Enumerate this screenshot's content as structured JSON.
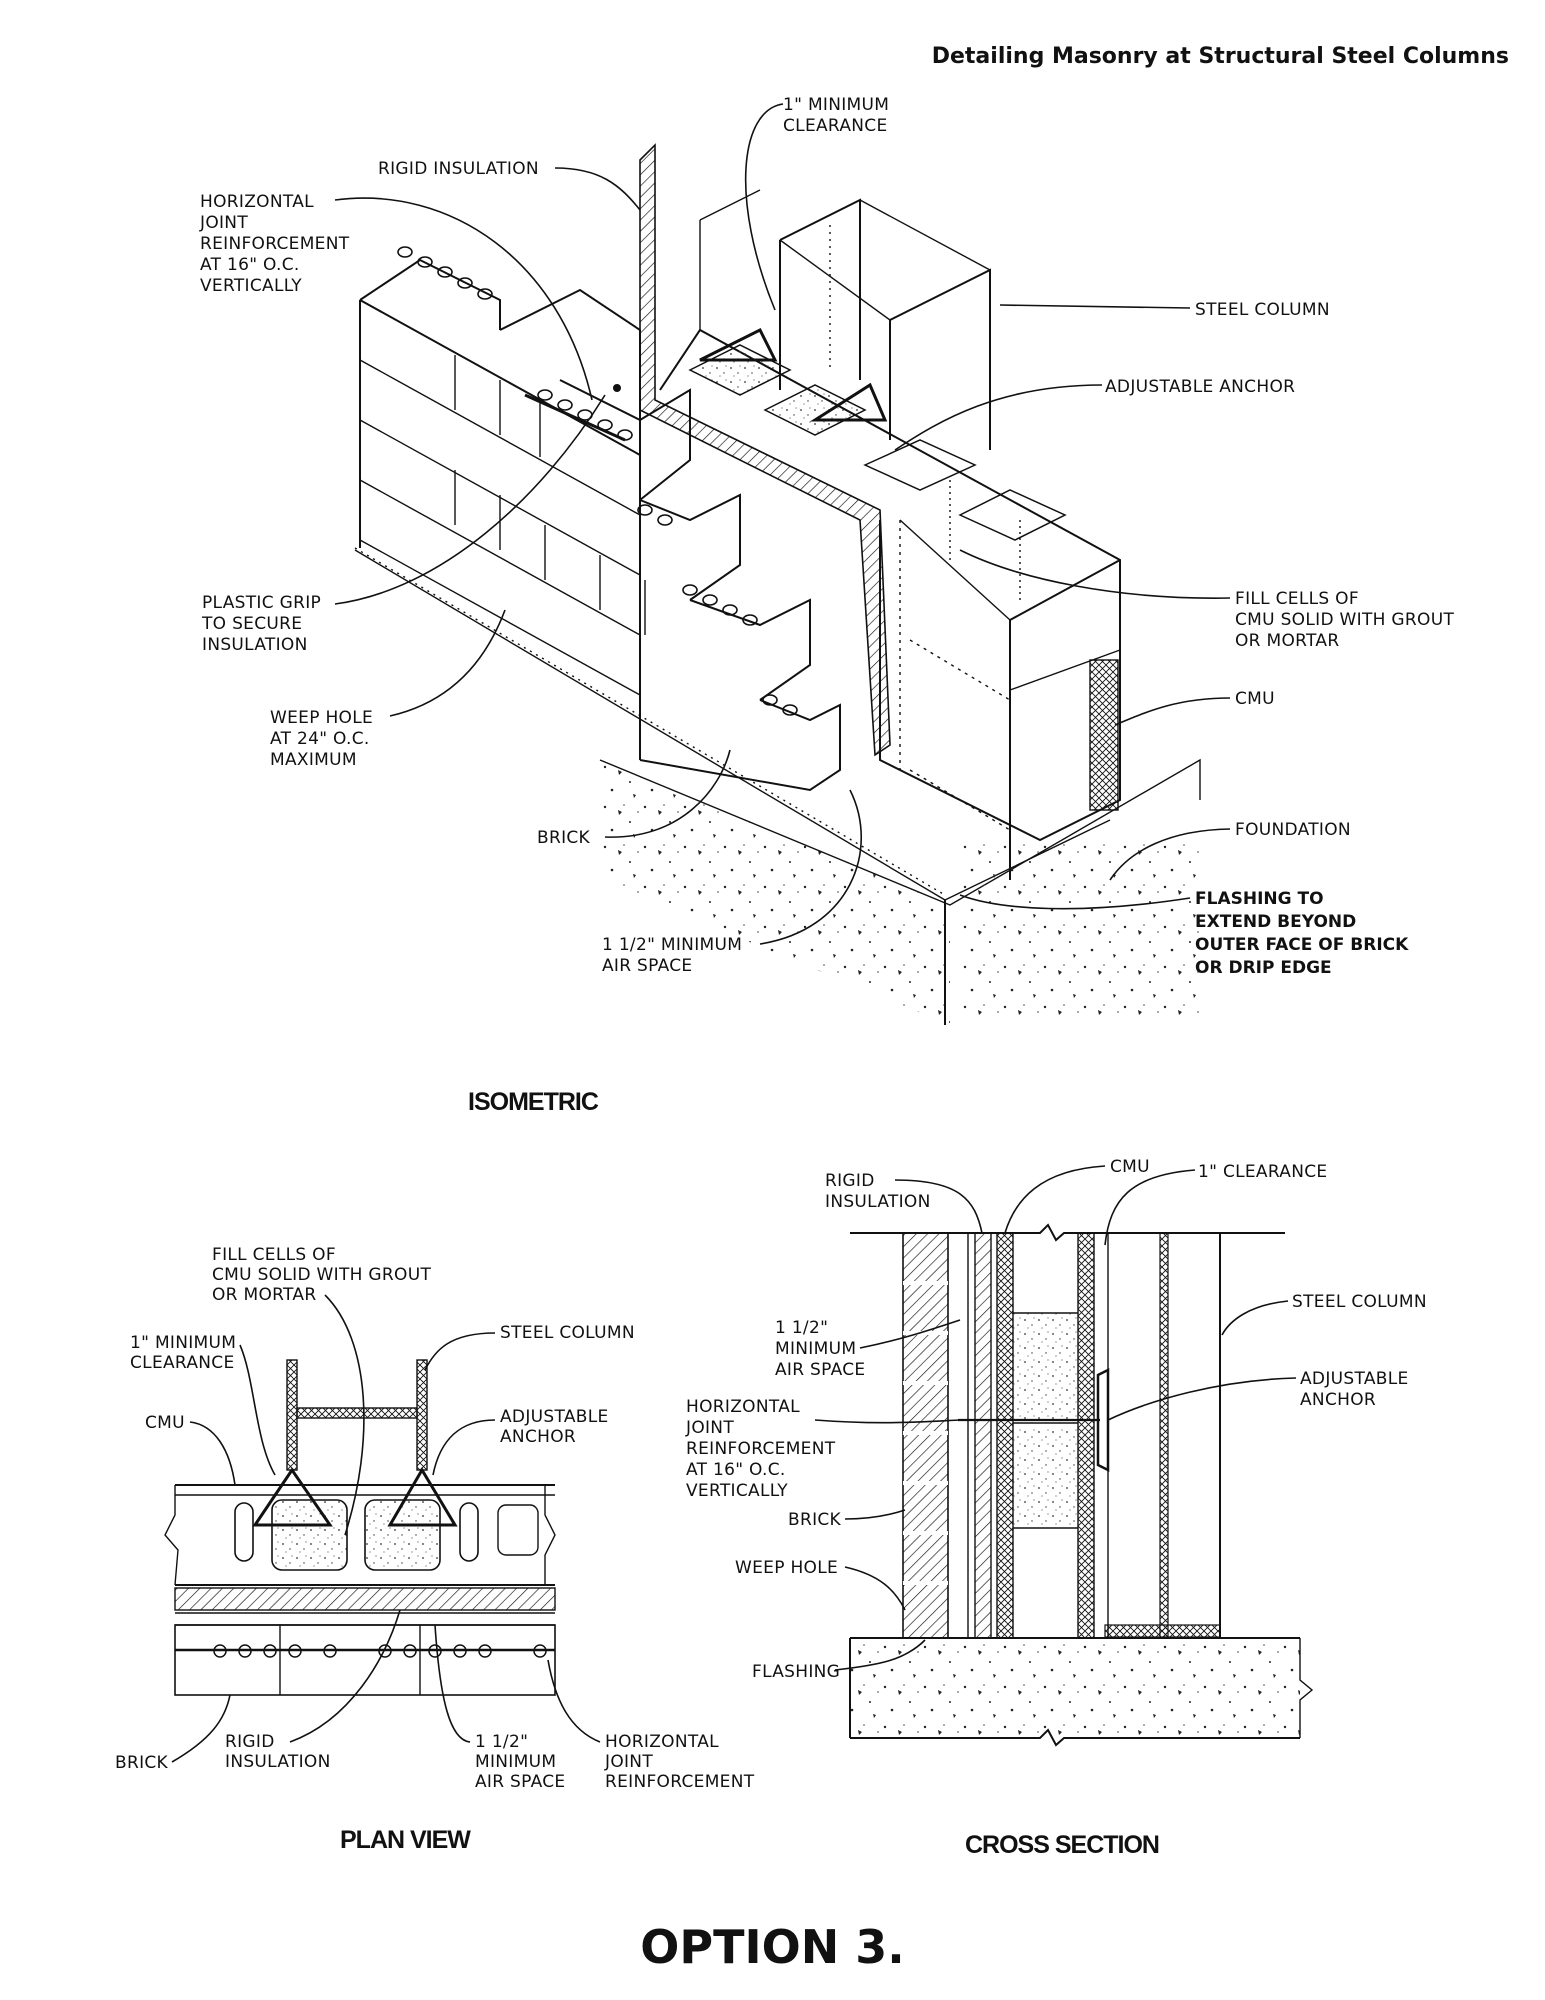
{
  "header": {
    "title": "Detailing Masonry at Structural Steel Columns"
  },
  "footer": {
    "option": "OPTION 3."
  },
  "isometric": {
    "title": "ISOMETRIC",
    "labels": {
      "min_clearance": [
        "1\" MINIMUM",
        "CLEARANCE"
      ],
      "rigid_insulation": [
        "RIGID INSULATION"
      ],
      "horizontal_joint": [
        "HORIZONTAL",
        "JOINT",
        "REINFORCEMENT",
        "AT 16\" O.C.",
        "VERTICALLY"
      ],
      "steel_column": [
        "STEEL COLUMN"
      ],
      "adjustable_anchor": [
        "ADJUSTABLE ANCHOR"
      ],
      "fill_cells": [
        "FILL CELLS OF",
        "CMU SOLID WITH GROUT",
        "OR MORTAR"
      ],
      "plastic_grip": [
        "PLASTIC GRIP",
        "TO SECURE",
        "INSULATION"
      ],
      "cmu": [
        "CMU"
      ],
      "weep_hole": [
        "WEEP HOLE",
        "AT 24\" O.C.",
        "MAXIMUM"
      ],
      "foundation": [
        "FOUNDATION"
      ],
      "brick": [
        "BRICK"
      ],
      "flashing": [
        "FLASHING TO",
        "EXTEND BEYOND",
        "OUTER FACE OF BRICK",
        "OR DRIP EDGE"
      ],
      "air_space": [
        "1 1/2\" MINIMUM",
        "AIR SPACE"
      ]
    }
  },
  "plan_view": {
    "title": "PLAN VIEW",
    "labels": {
      "fill_cells": [
        "FILL CELLS OF",
        "CMU SOLID WITH GROUT",
        "OR MORTAR"
      ],
      "min_clearance": [
        "1\" MINIMUM",
        "CLEARANCE"
      ],
      "steel_column": [
        "STEEL COLUMN"
      ],
      "cmu": [
        "CMU"
      ],
      "adjustable_anchor": [
        "ADJUSTABLE",
        "ANCHOR"
      ],
      "brick": [
        "BRICK"
      ],
      "rigid_insulation": [
        "RIGID",
        "INSULATION"
      ],
      "air_space": [
        "1 1/2\"",
        "MINIMUM",
        "AIR SPACE"
      ],
      "horizontal_joint": [
        "HORIZONTAL",
        "JOINT",
        "REINFORCEMENT"
      ]
    }
  },
  "cross_section": {
    "title": "CROSS SECTION",
    "labels": {
      "rigid_insulation": [
        "RIGID",
        "INSULATION"
      ],
      "cmu": [
        "CMU"
      ],
      "clearance": [
        "1\" CLEARANCE"
      ],
      "steel_column": [
        "STEEL COLUMN"
      ],
      "air_space": [
        "1 1/2\"",
        "MINIMUM",
        "AIR SPACE"
      ],
      "adjustable_anchor": [
        "ADJUSTABLE",
        "ANCHOR"
      ],
      "horizontal_joint": [
        "HORIZONTAL",
        "JOINT",
        "REINFORCEMENT",
        "AT 16\" O.C.",
        "VERTICALLY"
      ],
      "brick": [
        "BRICK"
      ],
      "weep_hole": [
        "WEEP HOLE"
      ],
      "flashing": [
        "FLASHING"
      ]
    }
  }
}
